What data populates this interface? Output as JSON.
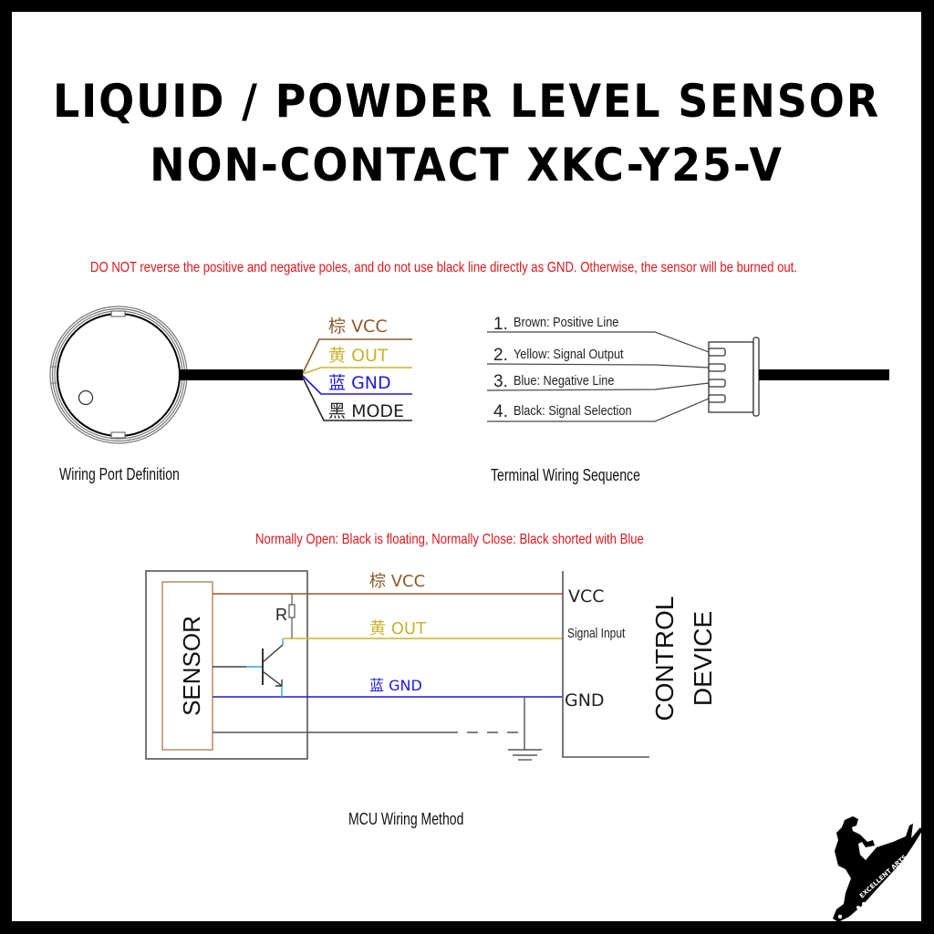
{
  "title": {
    "line1": "LIQUID / POWDER LEVEL SENSOR",
    "line2": "NON-CONTACT XKC-Y25-V"
  },
  "warning_text": "DO NOT reverse the positive and negative poles, and do not use black line directly as GND. Otherwise, the sensor will be burned out.",
  "colors": {
    "brown": "#8b5a2b",
    "yellow": "#c8b432",
    "blue": "#1a1adc",
    "black": "#222222",
    "warning_red": "#e0161d",
    "transistor_cyan": "#2aa7d8"
  },
  "wiring_port": {
    "caption": "Wiring Port Definition",
    "wires": [
      {
        "cn": "棕",
        "label": "VCC",
        "color_key": "brown"
      },
      {
        "cn": "黄",
        "label": "OUT",
        "color_key": "yellow"
      },
      {
        "cn": "蓝",
        "label": "GND",
        "color_key": "blue"
      },
      {
        "cn": "黑",
        "label": "MODE",
        "color_key": "black"
      }
    ]
  },
  "terminal": {
    "caption": "Terminal Wiring Sequence",
    "pins": [
      {
        "num": "1.",
        "text": "Brown: Positive Line"
      },
      {
        "num": "2.",
        "text": "Yellow: Signal Output"
      },
      {
        "num": "3.",
        "text": "Blue: Negative Line"
      },
      {
        "num": "4.",
        "text": "Black: Signal Selection"
      }
    ]
  },
  "mode_note": "Normally Open: Black is floating, Normally Close: Black shorted with Blue",
  "mcu": {
    "caption": "MCU Wiring Method",
    "sensor_label": "SENSOR",
    "resistor_label": "R",
    "lines": [
      {
        "cn": "棕",
        "label": "VCC",
        "color_key": "brown"
      },
      {
        "cn": "黄",
        "label": "OUT",
        "color_key": "yellow"
      },
      {
        "cn": "蓝",
        "label": "GND",
        "color_key": "blue"
      }
    ],
    "device_pins": [
      "VCC",
      "Signal Input",
      "GND"
    ],
    "device_label_line1": "CONTROL",
    "device_label_line2": "DEVICE"
  },
  "logo": {
    "text": "EXCELLENT ARTS"
  }
}
